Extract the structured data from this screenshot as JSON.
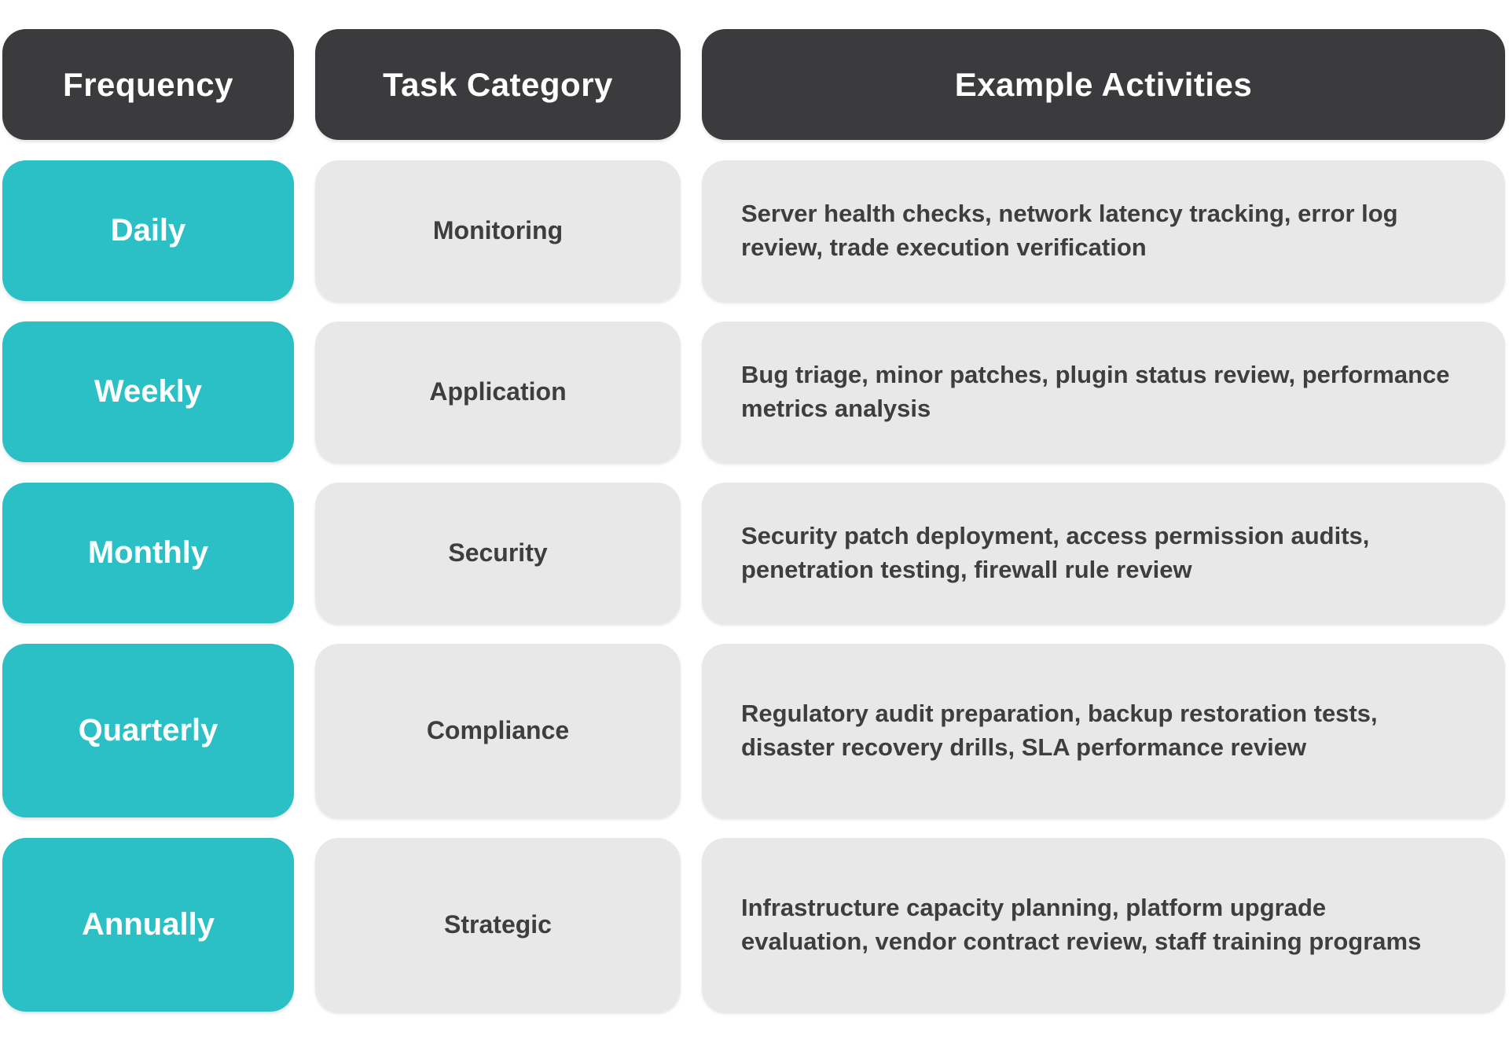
{
  "chart_data": {
    "type": "table",
    "title": "",
    "columns": [
      "Frequency",
      "Task Category",
      "Example Activities"
    ],
    "rows": [
      [
        "Daily",
        "Monitoring",
        "Server health checks, network latency tracking, error log review, trade execution verification"
      ],
      [
        "Weekly",
        "Application",
        "Bug triage, minor patches, plugin status review, performance metrics analysis"
      ],
      [
        "Monthly",
        "Security",
        "Security patch deployment, access permission audits, penetration testing, firewall rule review"
      ],
      [
        "Quarterly",
        "Compliance",
        "Regulatory audit preparation, backup restoration tests, disaster recovery drills, SLA performance review"
      ],
      [
        "Annually",
        "Strategic",
        "Infrastructure capacity planning, platform upgrade evaluation, vendor contract review, staff training programs"
      ]
    ]
  },
  "colors": {
    "header_bg": "#3b3b3d",
    "frequency_bg": "#2bc0c5",
    "cell_bg": "#e9e8e8",
    "header_text": "#ffffff",
    "cell_text": "#3e3e3e",
    "page_bg": "#ffffff"
  }
}
